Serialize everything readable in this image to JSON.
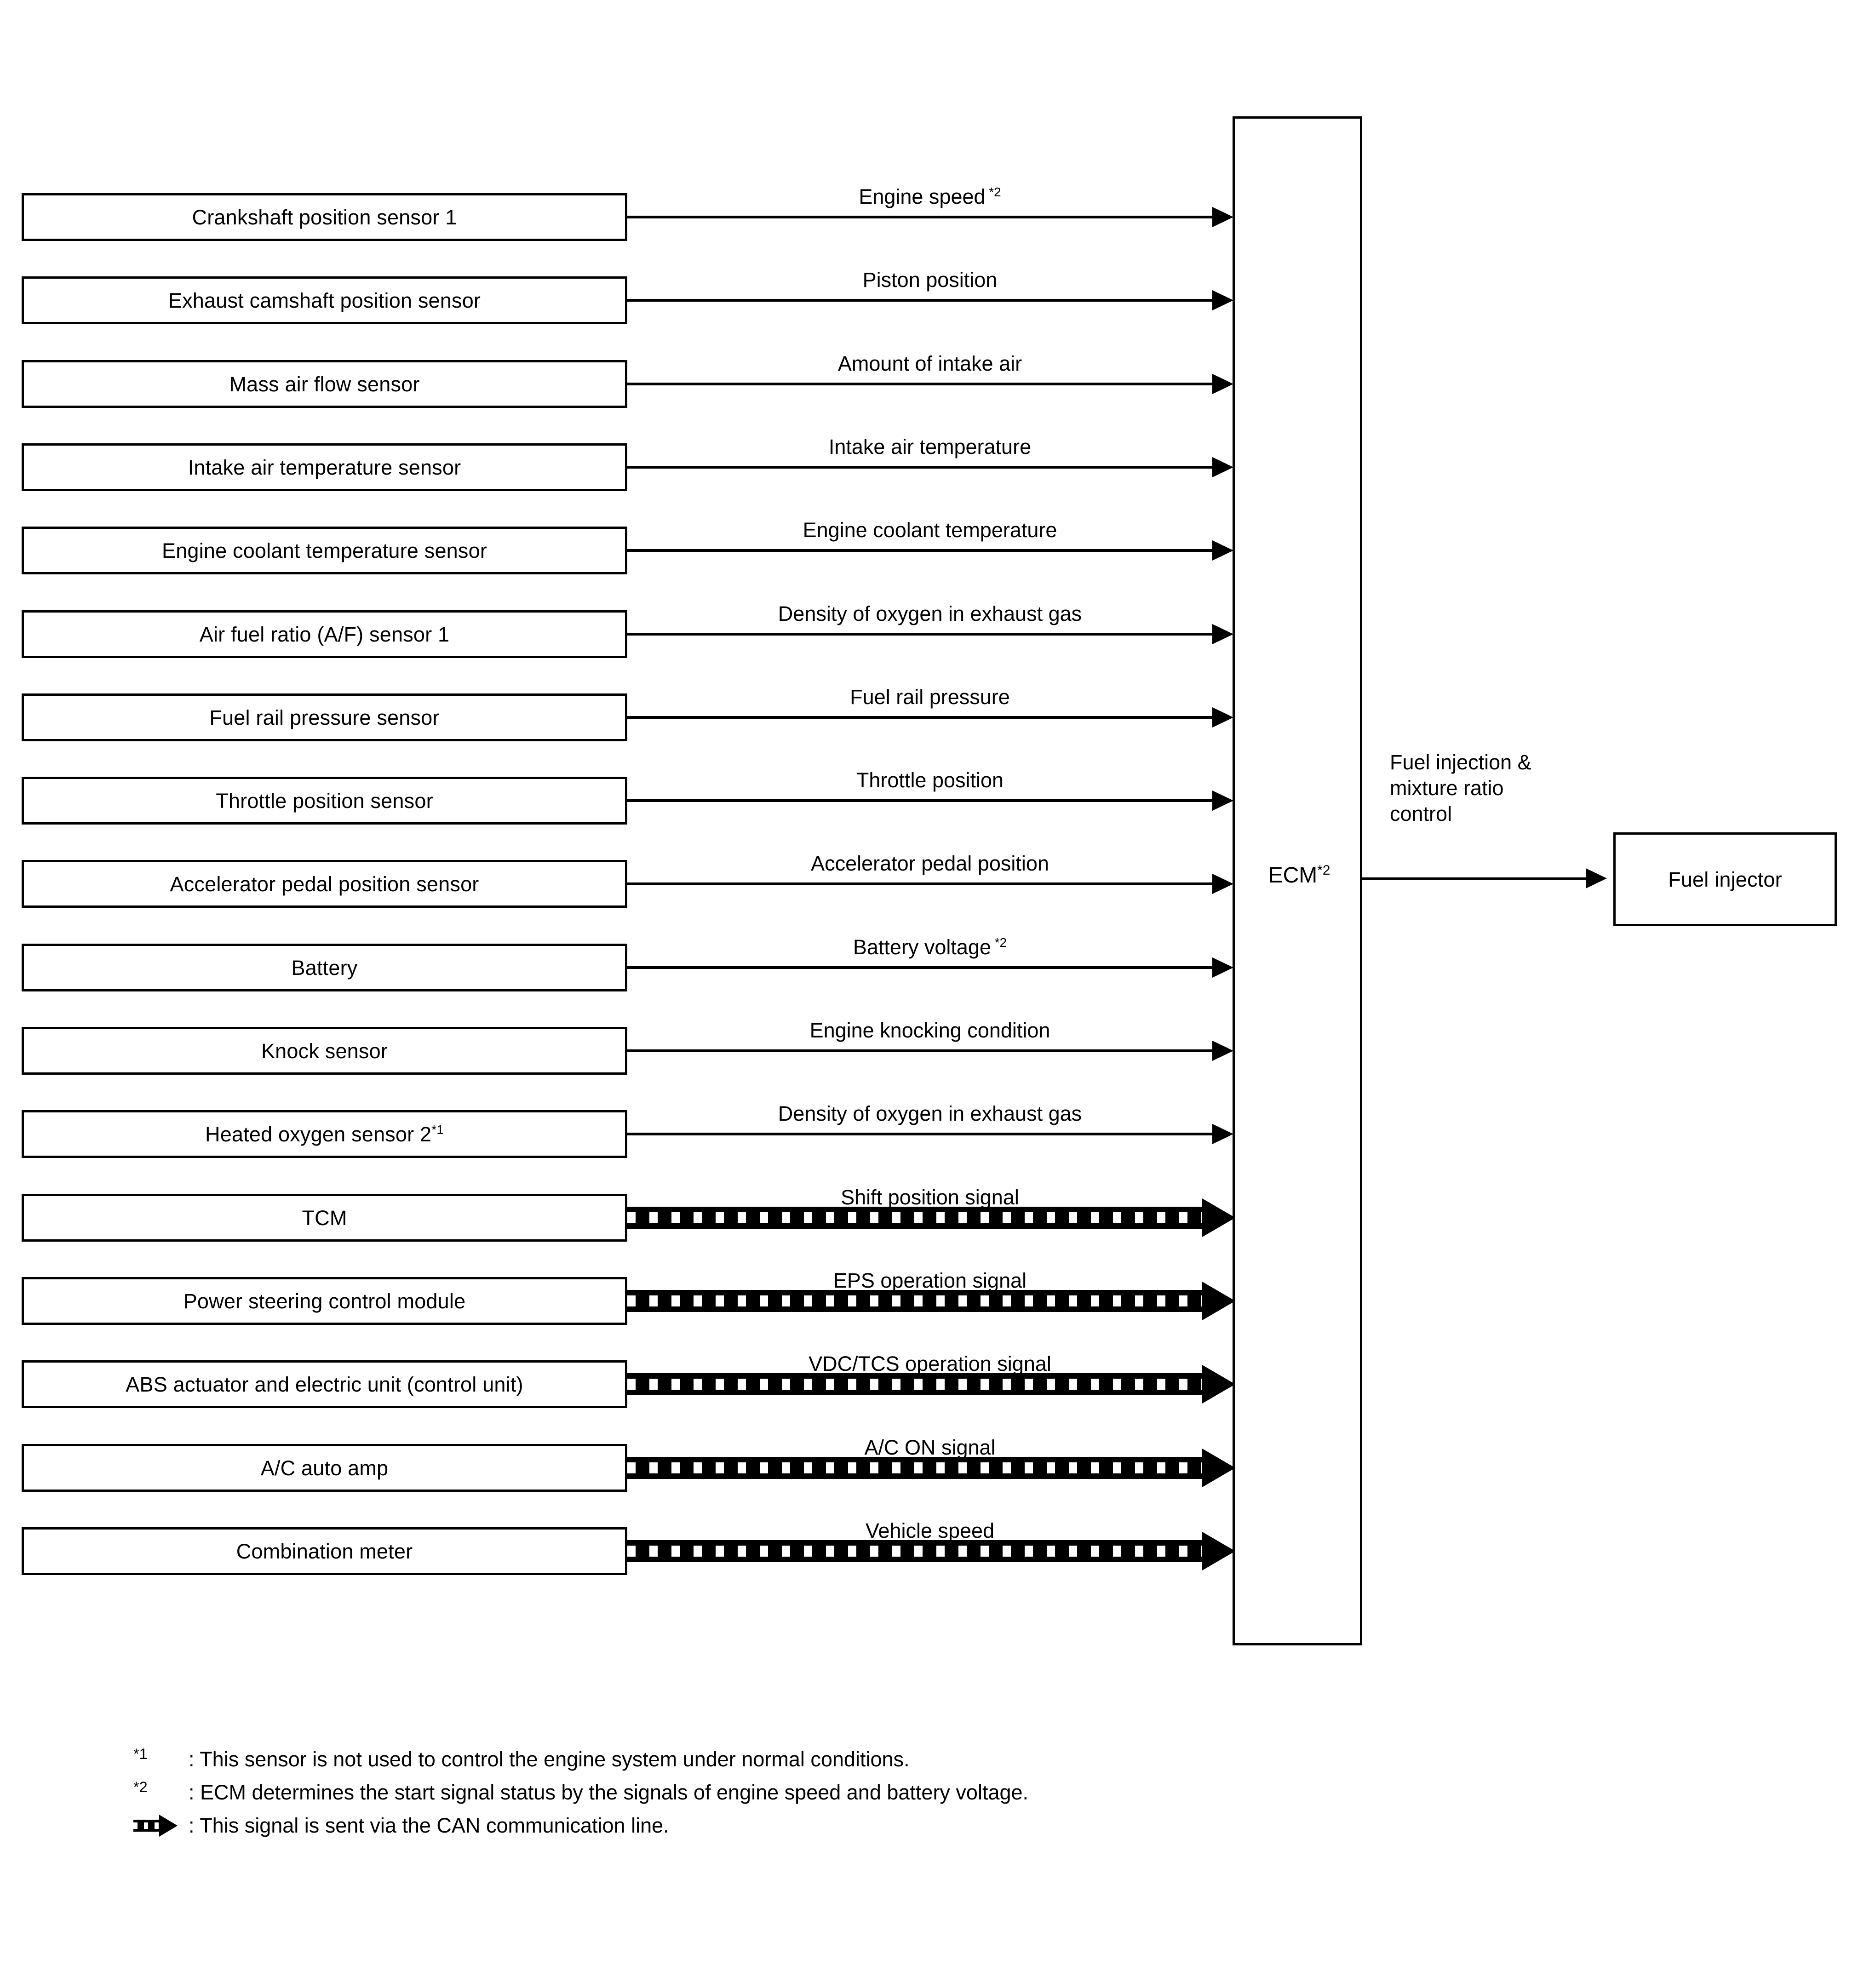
{
  "diagram": {
    "title": "Engine control system input/output block diagram",
    "ecm": {
      "label": "ECM",
      "superscript": "*2"
    },
    "output": {
      "label": "Fuel injection &\nmixture ratio\ncontrol",
      "target": "Fuel injector"
    },
    "rows": [
      {
        "source": "Crankshaft position sensor 1",
        "source_sup": "",
        "signal": "Engine speed",
        "signal_sup": "*2",
        "can": false
      },
      {
        "source": "Exhaust camshaft position sensor",
        "source_sup": "",
        "signal": "Piston position",
        "signal_sup": "",
        "can": false
      },
      {
        "source": "Mass air flow sensor",
        "source_sup": "",
        "signal": "Amount of intake air",
        "signal_sup": "",
        "can": false
      },
      {
        "source": "Intake air temperature sensor",
        "source_sup": "",
        "signal": "Intake air temperature",
        "signal_sup": "",
        "can": false
      },
      {
        "source": "Engine coolant temperature sensor",
        "source_sup": "",
        "signal": "Engine coolant temperature",
        "signal_sup": "",
        "can": false
      },
      {
        "source": "Air fuel ratio (A/F) sensor 1",
        "source_sup": "",
        "signal": "Density of oxygen in exhaust gas",
        "signal_sup": "",
        "can": false
      },
      {
        "source": "Fuel rail pressure sensor",
        "source_sup": "",
        "signal": "Fuel rail pressure",
        "signal_sup": "",
        "can": false
      },
      {
        "source": "Throttle position sensor",
        "source_sup": "",
        "signal": "Throttle position",
        "signal_sup": "",
        "can": false
      },
      {
        "source": "Accelerator pedal position sensor",
        "source_sup": "",
        "signal": "Accelerator pedal position",
        "signal_sup": "",
        "can": false
      },
      {
        "source": "Battery",
        "source_sup": "",
        "signal": "Battery voltage",
        "signal_sup": "*2",
        "can": false
      },
      {
        "source": "Knock sensor",
        "source_sup": "",
        "signal": "Engine knocking condition",
        "signal_sup": "",
        "can": false
      },
      {
        "source": "Heated oxygen sensor 2",
        "source_sup": "*1",
        "signal": "Density of oxygen in exhaust gas",
        "signal_sup": "",
        "can": false
      },
      {
        "source": "TCM",
        "source_sup": "",
        "signal": "Shift position signal",
        "signal_sup": "",
        "can": true
      },
      {
        "source": "Power steering control module",
        "source_sup": "",
        "signal": "EPS operation signal",
        "signal_sup": "",
        "can": true
      },
      {
        "source": "ABS actuator and electric unit (control unit)",
        "source_sup": "",
        "signal": "VDC/TCS operation signal",
        "signal_sup": "",
        "can": true
      },
      {
        "source": "A/C auto amp",
        "source_sup": "",
        "signal": "A/C ON signal",
        "signal_sup": "",
        "can": true
      },
      {
        "source": "Combination meter",
        "source_sup": "",
        "signal": "Vehicle speed",
        "signal_sup": "",
        "can": true
      }
    ],
    "footnotes": [
      {
        "marker": "*1",
        "icon": "",
        "text": ": This sensor is not used to control the engine system under normal conditions."
      },
      {
        "marker": "*2",
        "icon": "",
        "text": ": ECM determines the start signal status by the signals of engine speed and battery voltage."
      },
      {
        "marker": "",
        "icon": "can-arrow-icon",
        "text": ": This signal is sent via the CAN communication line."
      }
    ]
  },
  "colors": {
    "line": "#000000",
    "background": "#ffffff"
  }
}
